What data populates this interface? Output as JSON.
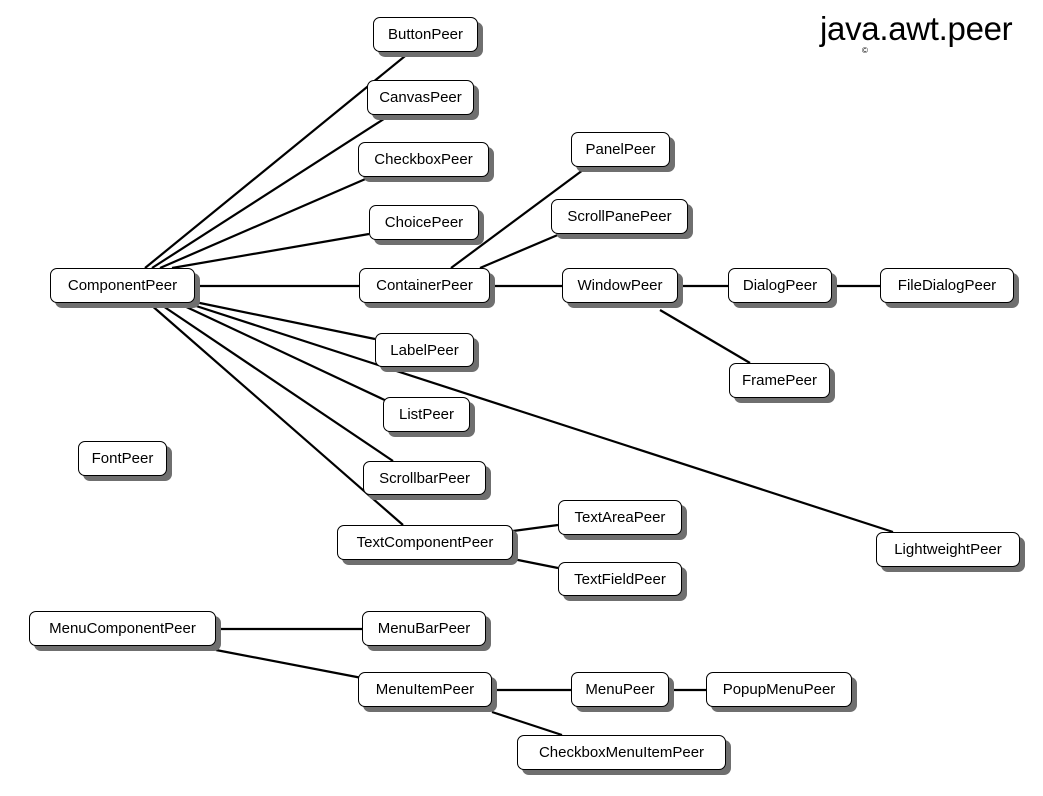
{
  "title": "java.awt.peer",
  "copyright_mark": "©",
  "colors": {
    "line": "#000000",
    "node_fill": "#ffffff",
    "node_border": "#000000",
    "node_shadow": "#6f6f6f"
  },
  "nodes": [
    {
      "id": "ButtonPeer",
      "label": "ButtonPeer"
    },
    {
      "id": "CanvasPeer",
      "label": "CanvasPeer"
    },
    {
      "id": "CheckboxPeer",
      "label": "CheckboxPeer"
    },
    {
      "id": "ChoicePeer",
      "label": "ChoicePeer"
    },
    {
      "id": "ComponentPeer",
      "label": "ComponentPeer"
    },
    {
      "id": "ContainerPeer",
      "label": "ContainerPeer"
    },
    {
      "id": "PanelPeer",
      "label": "PanelPeer"
    },
    {
      "id": "ScrollPanePeer",
      "label": "ScrollPanePeer"
    },
    {
      "id": "WindowPeer",
      "label": "WindowPeer"
    },
    {
      "id": "DialogPeer",
      "label": "DialogPeer"
    },
    {
      "id": "FileDialogPeer",
      "label": "FileDialogPeer"
    },
    {
      "id": "FramePeer",
      "label": "FramePeer"
    },
    {
      "id": "LabelPeer",
      "label": "LabelPeer"
    },
    {
      "id": "ListPeer",
      "label": "ListPeer"
    },
    {
      "id": "FontPeer",
      "label": "FontPeer"
    },
    {
      "id": "ScrollbarPeer",
      "label": "ScrollbarPeer"
    },
    {
      "id": "TextComponentPeer",
      "label": "TextComponentPeer"
    },
    {
      "id": "TextAreaPeer",
      "label": "TextAreaPeer"
    },
    {
      "id": "TextFieldPeer",
      "label": "TextFieldPeer"
    },
    {
      "id": "LightweightPeer",
      "label": "LightweightPeer"
    },
    {
      "id": "MenuComponentPeer",
      "label": "MenuComponentPeer"
    },
    {
      "id": "MenuBarPeer",
      "label": "MenuBarPeer"
    },
    {
      "id": "MenuItemPeer",
      "label": "MenuItemPeer"
    },
    {
      "id": "MenuPeer",
      "label": "MenuPeer"
    },
    {
      "id": "PopupMenuPeer",
      "label": "PopupMenuPeer"
    },
    {
      "id": "CheckboxMenuItemPeer",
      "label": "CheckboxMenuItemPeer"
    }
  ],
  "edges": [
    {
      "from": "ComponentPeer",
      "to": "ButtonPeer"
    },
    {
      "from": "ComponentPeer",
      "to": "CanvasPeer"
    },
    {
      "from": "ComponentPeer",
      "to": "CheckboxPeer"
    },
    {
      "from": "ComponentPeer",
      "to": "ChoicePeer"
    },
    {
      "from": "ComponentPeer",
      "to": "ContainerPeer"
    },
    {
      "from": "ComponentPeer",
      "to": "LabelPeer"
    },
    {
      "from": "ComponentPeer",
      "to": "LightweightPeer"
    },
    {
      "from": "ComponentPeer",
      "to": "ListPeer"
    },
    {
      "from": "ComponentPeer",
      "to": "ScrollbarPeer"
    },
    {
      "from": "ComponentPeer",
      "to": "TextComponentPeer"
    },
    {
      "from": "ContainerPeer",
      "to": "PanelPeer"
    },
    {
      "from": "ContainerPeer",
      "to": "ScrollPanePeer"
    },
    {
      "from": "ContainerPeer",
      "to": "WindowPeer"
    },
    {
      "from": "WindowPeer",
      "to": "DialogPeer"
    },
    {
      "from": "WindowPeer",
      "to": "FramePeer"
    },
    {
      "from": "DialogPeer",
      "to": "FileDialogPeer"
    },
    {
      "from": "TextComponentPeer",
      "to": "TextAreaPeer"
    },
    {
      "from": "TextComponentPeer",
      "to": "TextFieldPeer"
    },
    {
      "from": "MenuComponentPeer",
      "to": "MenuBarPeer"
    },
    {
      "from": "MenuComponentPeer",
      "to": "MenuItemPeer"
    },
    {
      "from": "MenuItemPeer",
      "to": "MenuPeer"
    },
    {
      "from": "MenuItemPeer",
      "to": "CheckboxMenuItemPeer"
    },
    {
      "from": "MenuPeer",
      "to": "PopupMenuPeer"
    }
  ]
}
